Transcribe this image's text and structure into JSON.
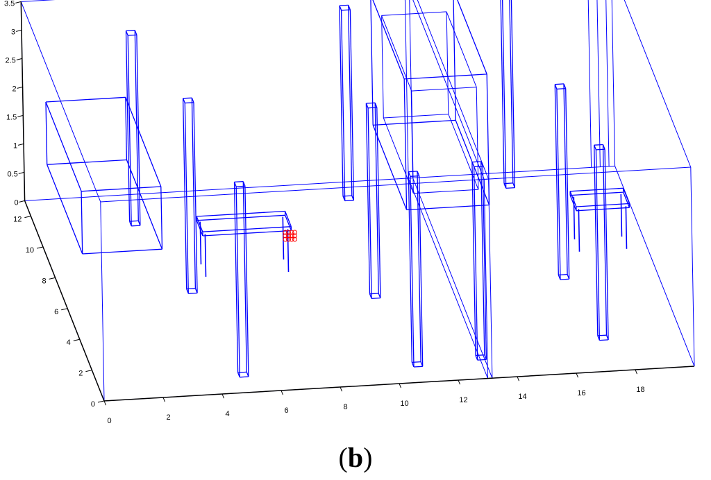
{
  "colors": {
    "wire": "#0000ff",
    "target": "#ff0000",
    "axis": "#000000",
    "background": "#ffffff"
  },
  "axes": {
    "x_ticks": [
      "0",
      "2",
      "4",
      "6",
      "8",
      "10",
      "12",
      "14",
      "16",
      "18"
    ],
    "y_ticks": [
      "0",
      "2",
      "4",
      "6",
      "8",
      "10",
      "12"
    ],
    "z_ticks": [
      "0",
      "0.5",
      "1",
      "1.5",
      "2",
      "2.5",
      "3",
      "3.5"
    ]
  },
  "objects": {
    "room": "room-boundary",
    "columns": 10,
    "tables": 2,
    "cabinets": 2,
    "partition": "partition-wall",
    "target_markers": 12
  },
  "caption": {
    "open": "(",
    "letter": "b",
    "close": ")"
  }
}
